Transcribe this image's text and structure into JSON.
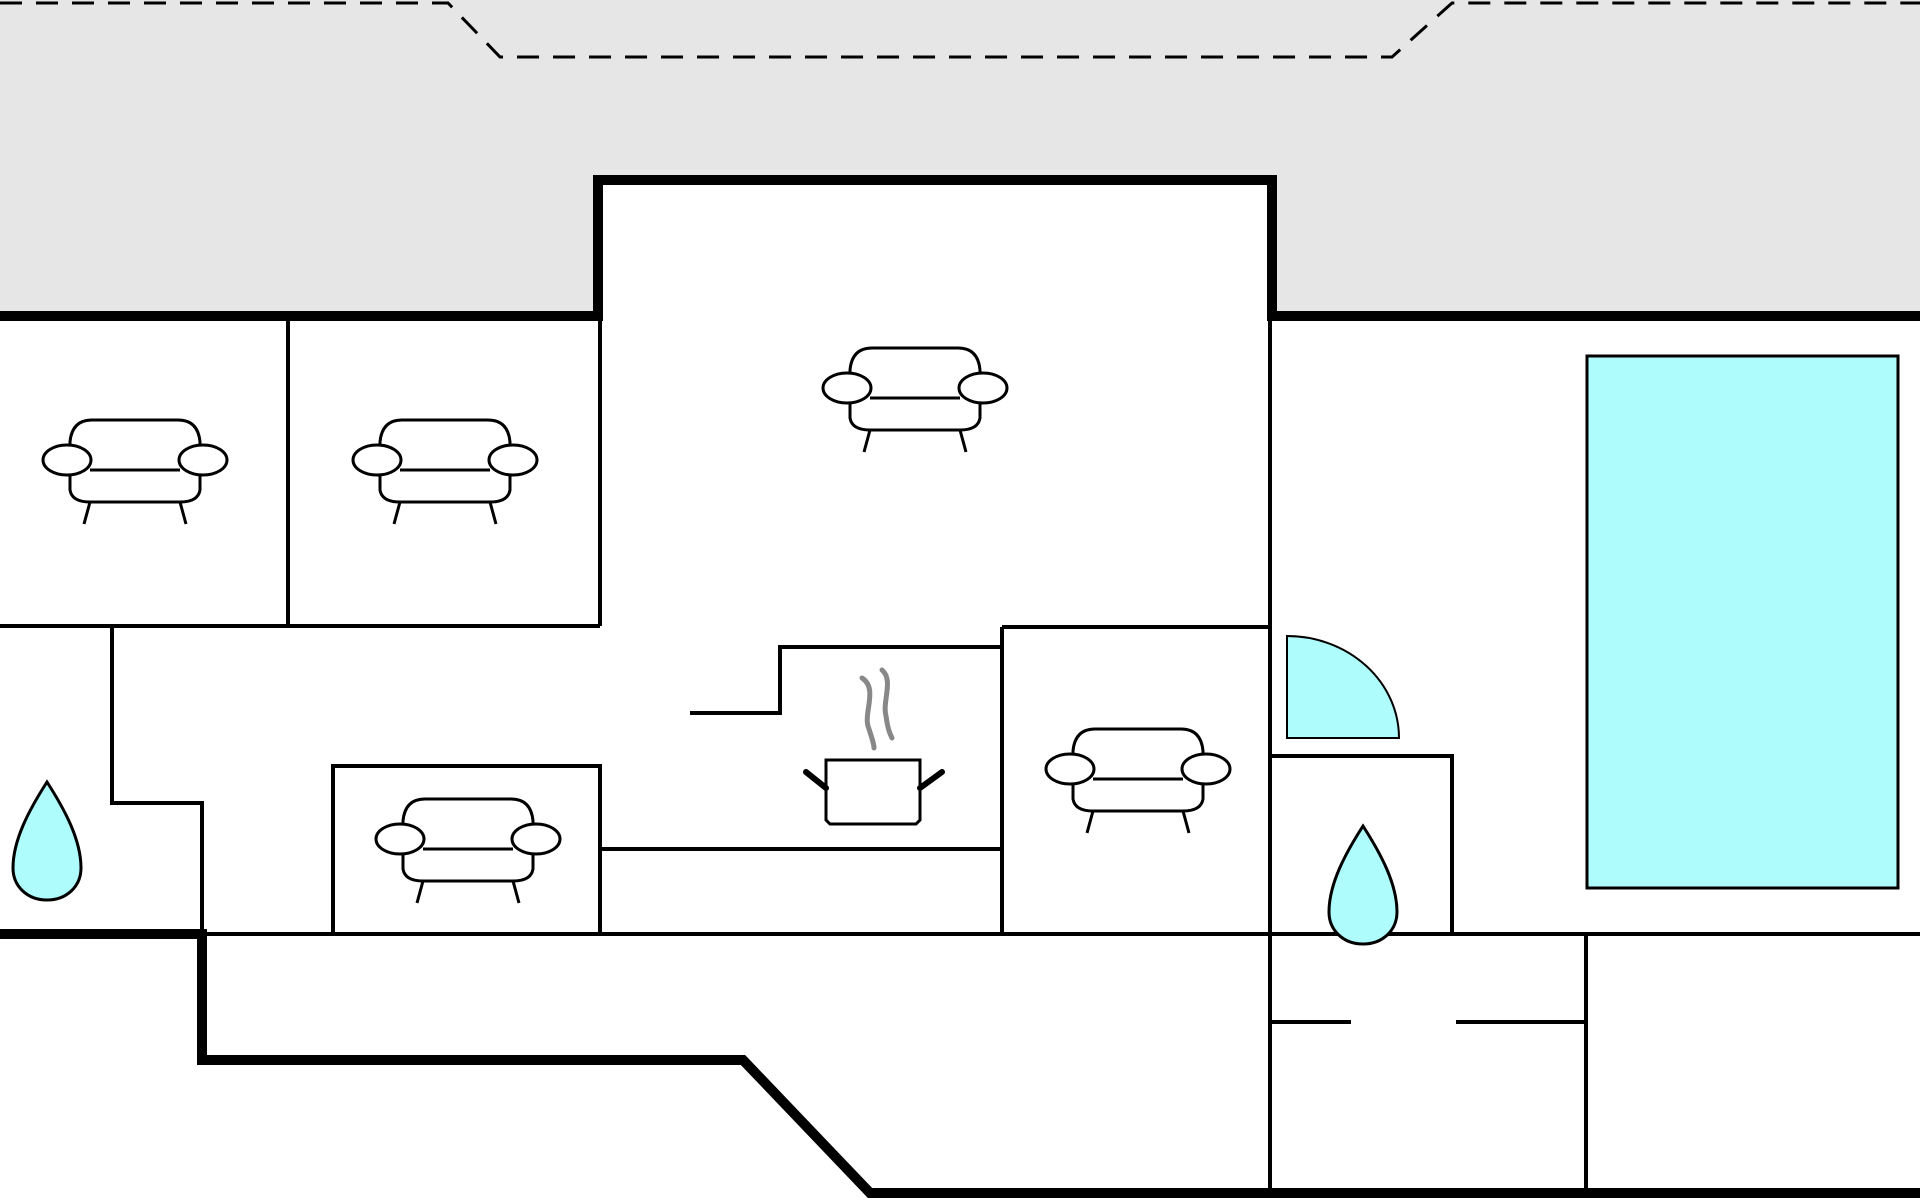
{
  "floor_plan": {
    "colors": {
      "background": "#ffffff",
      "terrace": "#e6e6e6",
      "wall": "#000000",
      "water": "#aefcfc",
      "steam": "#888888"
    },
    "icons": {
      "sofa": "sofa-icon",
      "water": "water-drop-icon",
      "kitchen": "cooking-pot-icon",
      "pool": "pool",
      "door": "door-swing"
    },
    "counts": {
      "sofa_icons": 5,
      "water_drop_icons": 2,
      "kitchen_icons": 1,
      "pools": 1
    }
  }
}
